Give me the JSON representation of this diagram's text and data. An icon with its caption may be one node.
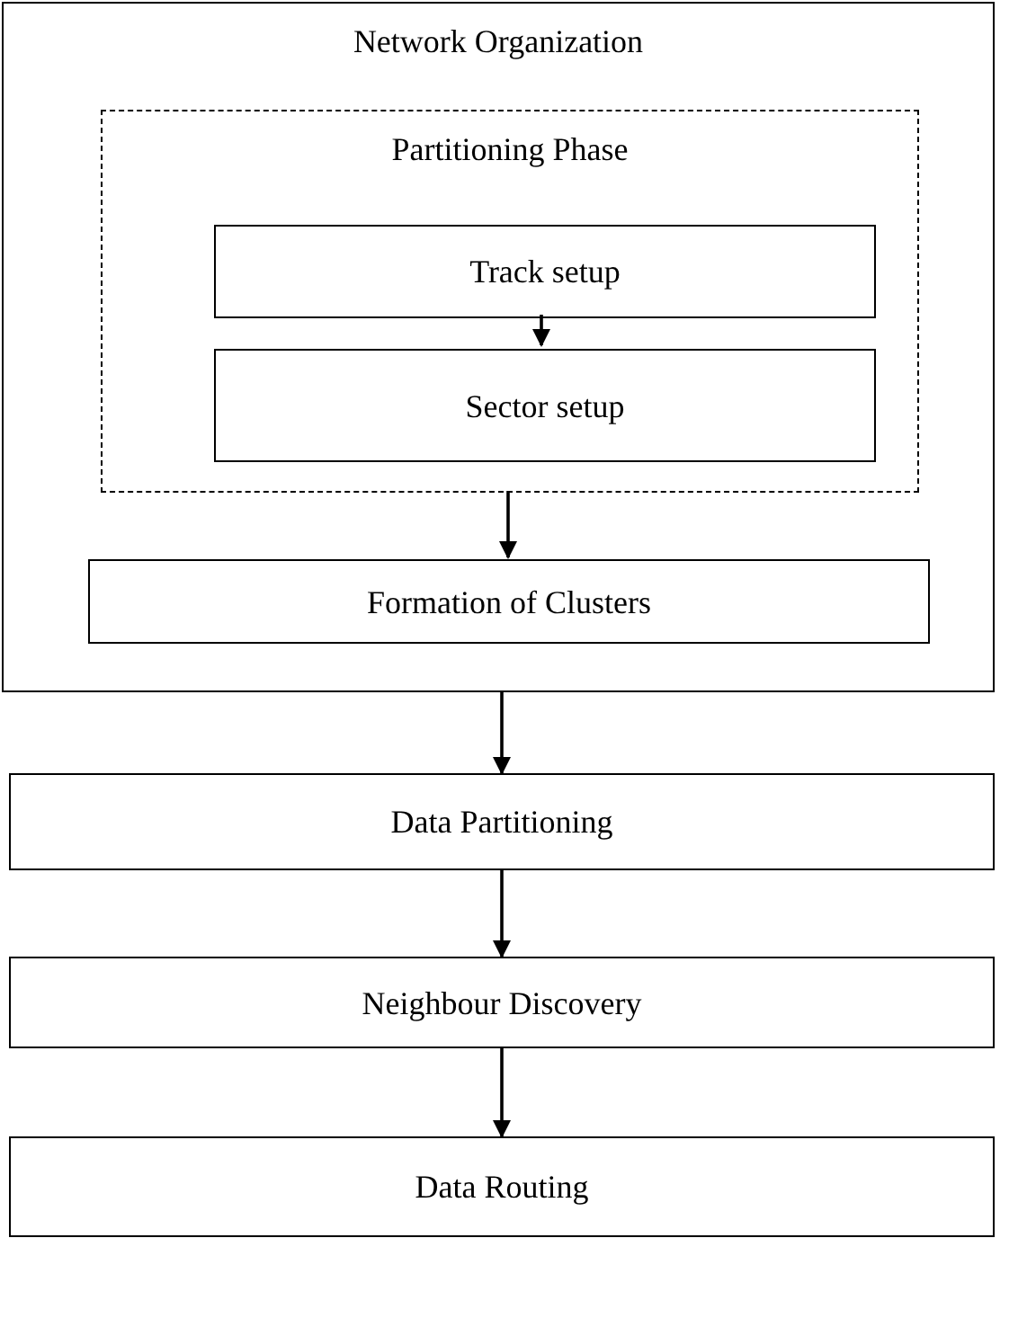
{
  "diagram": {
    "nodes": [
      {
        "text": [
          "Network Organization"
        ]
      },
      {
        "text": [
          "Partitioning Phase"
        ],
        "in": 0
      },
      {
        "text": [
          "Track setup"
        ],
        "in": 1
      },
      {
        "text": [
          "Sector setup"
        ],
        "in": 1
      },
      {
        "text": [
          "Formation of Clusters"
        ],
        "in": 0
      },
      {
        "text": [
          "Data Partitioning"
        ]
      },
      {
        "text": [
          "Neighbour Discovery"
        ]
      },
      {
        "text": [
          "Data Routing"
        ]
      }
    ],
    "edges": [
      {
        "from": 2,
        "to": 3,
        "arrow": "to"
      },
      {
        "from": 1,
        "to": 4,
        "arrow": "to"
      },
      {
        "from": 0,
        "to": 5,
        "arrow": "to"
      },
      {
        "from": 5,
        "to": 6,
        "arrow": "to"
      },
      {
        "from": 6,
        "to": 7,
        "arrow": "to"
      }
    ]
  }
}
